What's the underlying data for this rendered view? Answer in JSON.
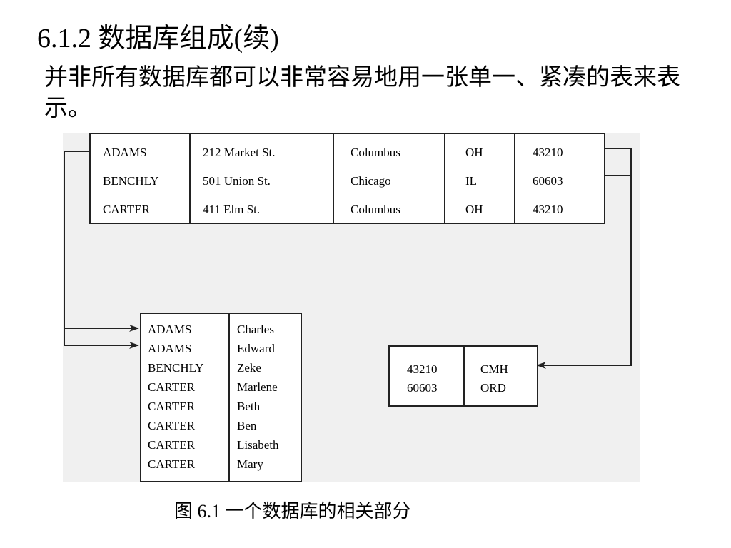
{
  "slide": {
    "title": "6.1.2 数据库组成(续)",
    "text": "并非所有数据库都可以非常容易地用一张单一、紧凑的表来表示。"
  },
  "address_table": {
    "rows": [
      [
        "ADAMS",
        "212 Market St.",
        "Columbus",
        "OH",
        "43210"
      ],
      [
        "BENCHLY",
        "501  Union  St.",
        "Chicago",
        "IL",
        "60603"
      ],
      [
        "CARTER",
        "411 Elm St.",
        "Columbus",
        "OH",
        "43210"
      ]
    ]
  },
  "name_table": {
    "rows": [
      [
        "ADAMS",
        "Charles"
      ],
      [
        "ADAMS",
        "Edward"
      ],
      [
        "BENCHLY",
        "Zeke"
      ],
      [
        "CARTER",
        "Marlene"
      ],
      [
        "CARTER",
        "Beth"
      ],
      [
        "CARTER",
        "Ben"
      ],
      [
        "CARTER",
        "Lisabeth"
      ],
      [
        "CARTER",
        "Mary"
      ]
    ]
  },
  "zip_table": {
    "rows": [
      [
        "43210",
        "CMH"
      ],
      [
        "60603",
        "ORD"
      ]
    ]
  },
  "caption": "图 6.1 一个数据库的相关部分"
}
